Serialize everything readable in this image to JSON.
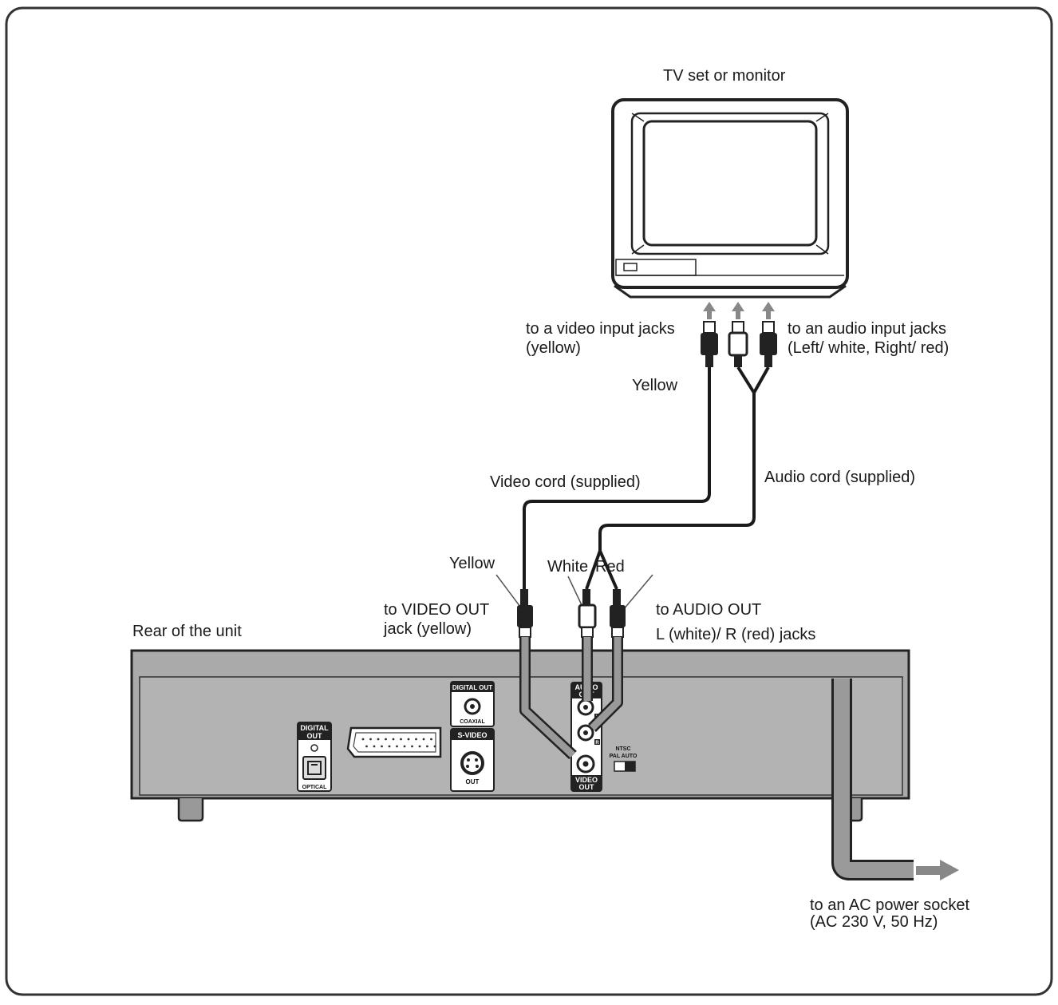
{
  "tv": {
    "label": "TV set or monitor"
  },
  "unit": {
    "label": "Rear of the unit",
    "panel": {
      "digital_out_optical_title": "DIGITAL OUT",
      "optical": "OPTICAL",
      "digital_out_coaxial_title": "DIGITAL OUT",
      "coaxial": "COAXIAL",
      "s_video_title": "S-VIDEO",
      "s_video_out": "OUT",
      "audio_out_title": "AUDIO OUT",
      "video_out_title": "VIDEO OUT",
      "ntsc": "NTSC",
      "pal_auto": "PAL AUTO",
      "audio_l": "L",
      "audio_r": "R"
    }
  },
  "labels": {
    "to_video_input": [
      "to a video input jacks",
      "(yellow)"
    ],
    "to_audio_input": [
      "to an audio input jacks",
      "(Left/ white, Right/ red)"
    ],
    "yellow_top": "Yellow",
    "video_cord": "Video cord (supplied)",
    "audio_cord": "Audio cord (supplied)",
    "yellow_bottom": "Yellow",
    "white": "White",
    "red": "Red",
    "to_video_out": [
      "to VIDEO OUT",
      "jack (yellow)"
    ],
    "to_audio_out": [
      "to AUDIO OUT",
      "L (white)/ R (red) jacks"
    ],
    "to_ac": [
      "to an AC power socket",
      "(AC 230 V, 50 Hz)"
    ]
  }
}
